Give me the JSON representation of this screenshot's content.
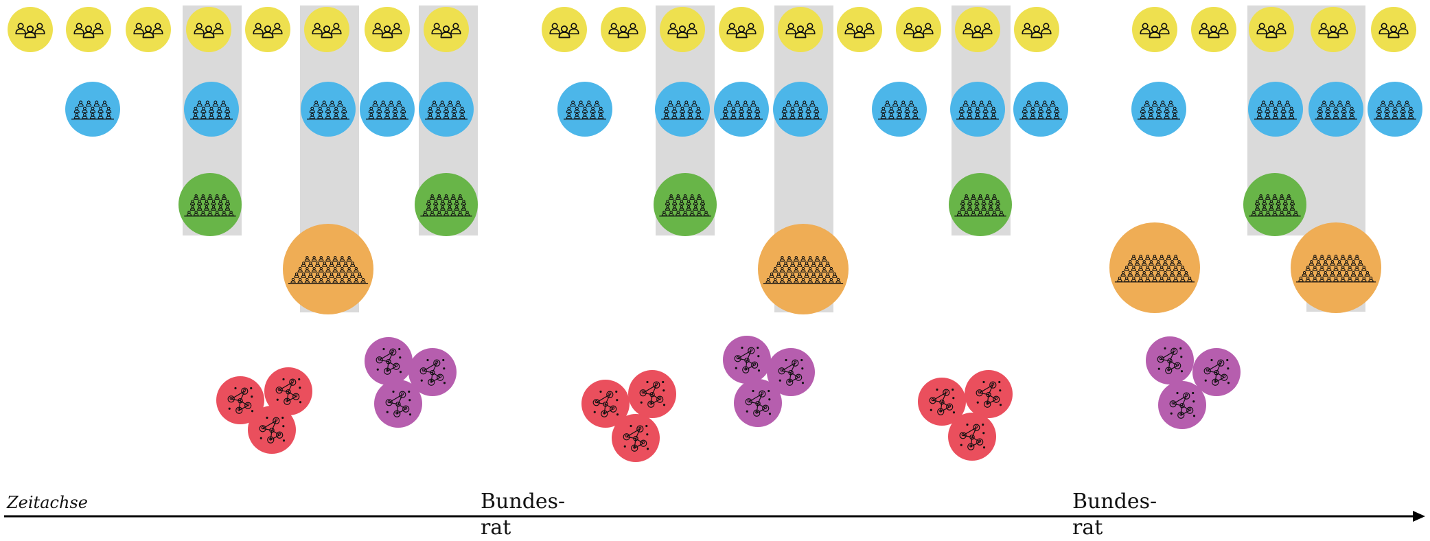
{
  "colors": {
    "yellow": "#eee04f",
    "blue": "#4cb6e9",
    "green": "#68b548",
    "orange": "#efad55",
    "red": "#ea4f5d",
    "purple": "#b65eae",
    "band": "#dadada",
    "axis": "#000000",
    "stroke": "#111111"
  },
  "icons": {
    "yellow": "small-group-icon",
    "blue": "medium-group-icon",
    "green": "large-group-icon",
    "orange": "crowd-icon",
    "red": "network-icon",
    "purple": "network-icon"
  },
  "axis": {
    "label": "Zeitachse"
  },
  "milestones": [
    {
      "line1": "Bundes-",
      "line2": "rat"
    },
    {
      "line1": "Bundes-",
      "line2": "rat"
    }
  ]
}
